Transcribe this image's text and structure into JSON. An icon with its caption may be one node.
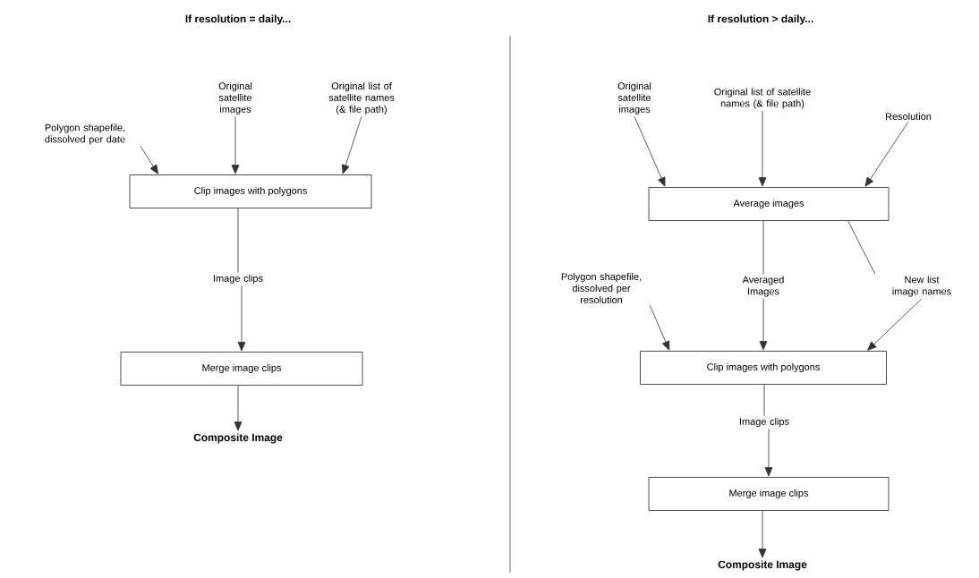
{
  "diagram": {
    "nodes": [
      {
        "text": [
          "Polygon shapefile, dissolved per date"
        ]
      },
      {
        "text": [
          "Original satellite images"
        ]
      },
      {
        "text": [
          "Original list of satellite names (& file path)"
        ]
      },
      {
        "text": [
          "Clip images with polygons"
        ]
      },
      {
        "text": [
          "Image clips"
        ]
      },
      {
        "text": [
          "Merge image clips"
        ]
      },
      {
        "text": [
          "Composite Image"
        ]
      },
      {
        "text": [
          "Original satellite images"
        ]
      },
      {
        "text": [
          "Original list of satellite names (& file path)"
        ]
      },
      {
        "text": [
          "Resolution"
        ]
      },
      {
        "text": [
          "Average images"
        ]
      },
      {
        "text": [
          "Polygon shapefile, dissolved per resolution"
        ]
      },
      {
        "text": [
          "Averaged Images"
        ]
      },
      {
        "text": [
          "New list image names"
        ]
      },
      {
        "text": [
          "Clip images with polygons"
        ]
      },
      {
        "text": [
          "Image clips"
        ]
      },
      {
        "text": [
          "Merge image clips"
        ]
      },
      {
        "text": [
          "Composite Image"
        ]
      }
    ],
    "edges": [
      {
        "from": 0,
        "to": 3,
        "arrow": "to"
      },
      {
        "from": 1,
        "to": 3,
        "arrow": "to"
      },
      {
        "from": 2,
        "to": 3,
        "arrow": "to"
      },
      {
        "from": 3,
        "to": 4,
        "arrow": "none"
      },
      {
        "from": 4,
        "to": 5,
        "arrow": "to"
      },
      {
        "from": 5,
        "to": 6,
        "arrow": "to"
      },
      {
        "from": 7,
        "to": 10,
        "arrow": "to"
      },
      {
        "from": 8,
        "to": 10,
        "arrow": "to"
      },
      {
        "from": 9,
        "to": 10,
        "arrow": "to"
      },
      {
        "from": 10,
        "to": 12,
        "arrow": "none"
      },
      {
        "from": 10,
        "to": 13,
        "arrow": "none"
      },
      {
        "from": 11,
        "to": 14,
        "arrow": "to"
      },
      {
        "from": 12,
        "to": 14,
        "arrow": "to"
      },
      {
        "from": 13,
        "to": 14,
        "arrow": "to"
      },
      {
        "from": 14,
        "to": 15,
        "arrow": "none"
      },
      {
        "from": 15,
        "to": 16,
        "arrow": "to"
      },
      {
        "from": 16,
        "to": 17,
        "arrow": "to"
      }
    ],
    "labels": [
      "If resolution = daily...",
      "If resolution > daily..."
    ]
  }
}
